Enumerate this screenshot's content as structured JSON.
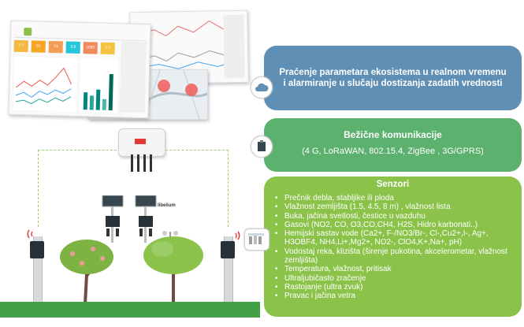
{
  "panels": {
    "monitoring": "Praćenje  parametara ekosistema u realnom vremenu i alarmiranje u slučaju dostizanja zadatih vrednosti",
    "wireless_title": "Bežične komunikacije",
    "wireless_subtitle": "(4 G, LoRaWAN, 802.15.4, ZigBee , 3G/GPRS)",
    "sensors_title": "Senzori",
    "sensors": [
      "Prečnik debla, stabljike ili ploda",
      "Vlažnost zemljišta (1.5, 4.5, 8 m) , vlažnost lista",
      "Buka, jačina svetlosti, čestice u vazduhu",
      "Gasovi (NO2, CO, O3,CO,CH4, H2S, Hidro karbonati..)",
      "Hemijski sastav vode (Ca2+, F-/NO3/Br-, Cl-,Cu2+,I-, Ag+, H3OBF4, NH4,Li+,Mg2+, NO2-, ClO4,K+,Na+, pH)",
      "Vodostaj reka, klizišta (širenje pukotina, akcelerometar, vlažnost zemljišta)",
      "Temperatura, vlažnost, pritisak",
      "Ultraljubičasto zračenje",
      "Rastojanje (ultra zvuk)",
      "Pravac i jačina vetra"
    ]
  },
  "dashboard": {
    "tiles": [
      {
        "value": "7.7",
        "color": "#f5b942"
      },
      {
        "value": "91",
        "color": "#f5a623"
      },
      {
        "value": "74",
        "color": "#f39c55"
      },
      {
        "value": "3.8",
        "color": "#26c6da"
      },
      {
        "value": "1083",
        "color": "#f08a5d"
      },
      {
        "value": "7.7",
        "color": "#f5c242"
      }
    ]
  },
  "brand_label": "libelium",
  "colors": {
    "monitor_panel": "#5f8fb4",
    "wireless_panel": "#5bb16d",
    "sensors_panel": "#8bc34a",
    "ground": "#43a047"
  }
}
